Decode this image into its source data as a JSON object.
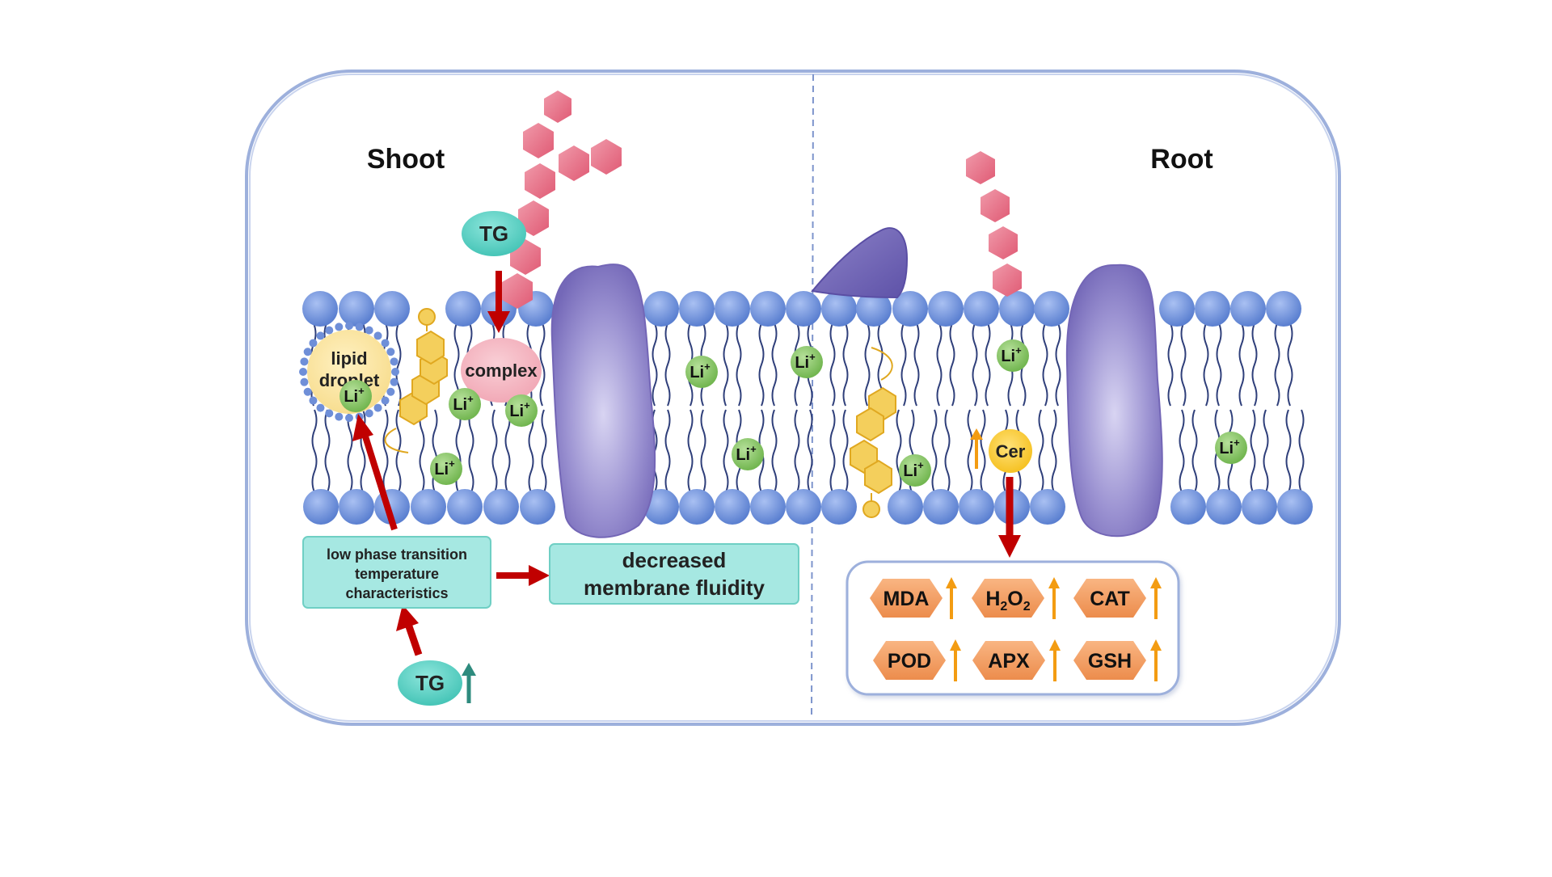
{
  "panels": {
    "shoot_title": "Shoot",
    "root_title": "Root"
  },
  "labels": {
    "tg_top": "TG",
    "tg_bottom": "TG",
    "complex": "complex",
    "lipid_droplet_line1": "lipid",
    "lipid_droplet_line2": "droplet",
    "cer": "Cer",
    "li_ion": "Li",
    "li_charge": "+"
  },
  "boxes": {
    "low_phase_line1": "low phase transition",
    "low_phase_line2": "temperature",
    "low_phase_line3": "characteristics",
    "fluidity_line1": "decreased",
    "fluidity_line2": "membrane fluidity"
  },
  "markers": {
    "mda": "MDA",
    "h2o2_h": "H",
    "h2o2_sub1": "2",
    "h2o2_o": "O",
    "h2o2_sub2": "2",
    "cat": "CAT",
    "pod": "POD",
    "apx": "APX",
    "gsh": "GSH"
  },
  "colors": {
    "frame": "#8fa4d6",
    "lipid_head": "#6f8fd8",
    "tail": "#2f3f7a",
    "protein": "#8a7fc4",
    "sugar": "#e86f86",
    "tg": "#5fd3c6",
    "arrow_red": "#c00000",
    "marker_orange": "#f0a060",
    "up_arrow": "#f39c12",
    "li_green": "#8fc86a",
    "sterol": "#f2c94c"
  }
}
